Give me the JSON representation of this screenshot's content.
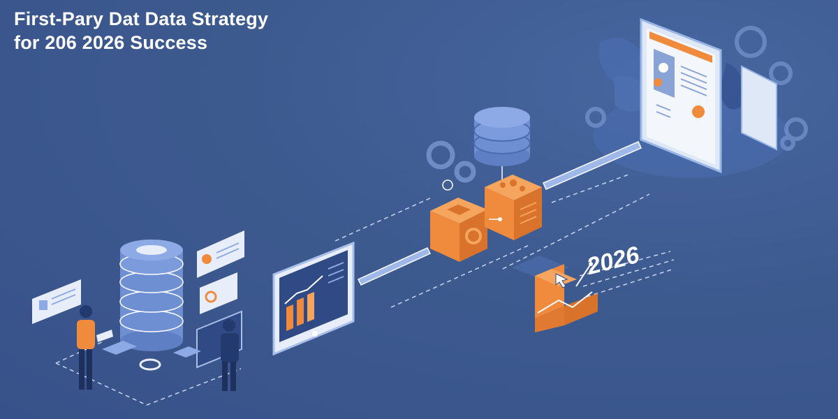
{
  "title": {
    "line1": "First-Pary Dat Data Strategy",
    "line2": "for 206 2026 Success"
  },
  "badge": {
    "year": "2026"
  },
  "colors": {
    "background": "#3d5a8f",
    "accent_orange": "#f08a3c",
    "line_white": "#ffffff",
    "cylinder_blue": "#6f8fd3"
  },
  "icons": [
    "database-icon",
    "gear-icon",
    "monitor-chart-icon",
    "profile-card-icon",
    "cursor-icon",
    "staircase-chart-icon",
    "person-icon"
  ]
}
